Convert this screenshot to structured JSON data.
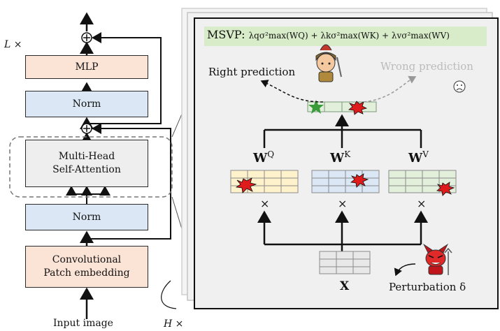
{
  "left": {
    "layers_label": "L ×",
    "mlp": "MLP",
    "norm_top": "Norm",
    "attention": "Multi-Head\nSelf-Attention",
    "norm_bottom": "Norm",
    "embedding": "Convolutional\nPatch embedding",
    "input": "Input image"
  },
  "heads_label": "H ×",
  "panel": {
    "msvp_prefix": "MSVP:",
    "msvp_formula": "λqσ²max(WQ) + λkσ²max(WK) + λvσ²max(WV)",
    "right_prediction": "Right prediction",
    "wrong_prediction": "Wrong prediction",
    "wq": "Q",
    "wk": "K",
    "wv": "V",
    "w_base": "W",
    "times": "×",
    "x_label": "X",
    "perturbation": "Perturbation δ"
  },
  "colors": {
    "salmon": "#fbe3d6",
    "blue": "#dbe7f5",
    "yellow": "#fdf2cc",
    "green": "#e2efda",
    "msvp_bg": "#d9ecc9",
    "star": "#3a9b3a",
    "burst": "#e01b1b"
  },
  "icons": [
    "plus-circle-icon",
    "arrow-icon",
    "star-icon",
    "burst-icon",
    "warrior-icon",
    "devil-icon",
    "sad-face-icon"
  ]
}
